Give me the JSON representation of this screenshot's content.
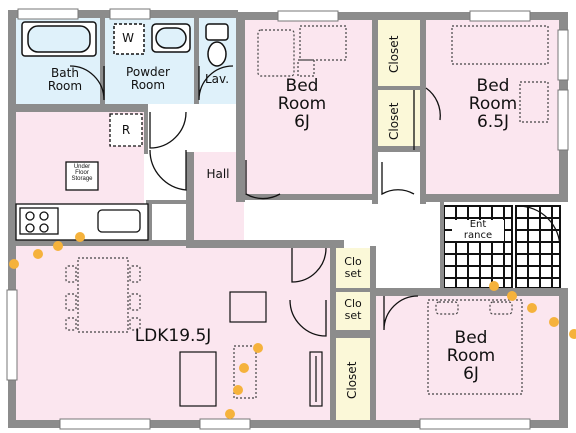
{
  "rooms": {
    "bath": "Bath\nRoom",
    "powder": "Powder\nRoom",
    "lav": "Lav.",
    "bed_nw": "Bed\nRoom\n6J",
    "bed_ne": "Bed\nRoom\n6.5J",
    "hall": "Hall",
    "entrance": "Ent\nrance",
    "ldk": "LDK19.5J",
    "bed_se": "Bed\nRoom\n6J"
  },
  "closets": {
    "c1": "Closet",
    "c2": "Closet",
    "c3": "Clo\nset",
    "c4": "Clo\nset",
    "c5": "Closet"
  },
  "fixtures": {
    "washer": "W",
    "fridge": "R",
    "storage": "Under\nFloor\nStorage"
  },
  "colors": {
    "wall": "#8c8c8c",
    "pink": "#fbe6ef",
    "blue": "#dff1fa",
    "closet": "#fbf8d8",
    "route": "#f5b23c"
  }
}
